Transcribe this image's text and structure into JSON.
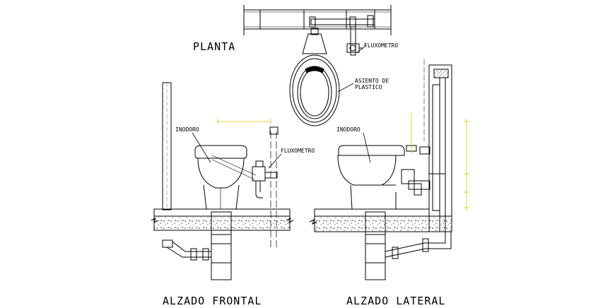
{
  "views": {
    "plan_title": "PLANTA",
    "front_title": "ALZADO FRONTAL",
    "side_title": "ALZADO LATERAL"
  },
  "callouts": {
    "fluxometro_plan": "FLUXOMETRO",
    "asiento_line1": "ASIENTO DE",
    "asiento_line2": "PLASTICO",
    "inodoro_front": "INODORO",
    "fluxometro_front": "FLUXOMETRO",
    "inodoro_side": "INODORO"
  },
  "colors": {
    "line": "#000000",
    "dimension": "#d6c800",
    "background": "#ffffff"
  }
}
